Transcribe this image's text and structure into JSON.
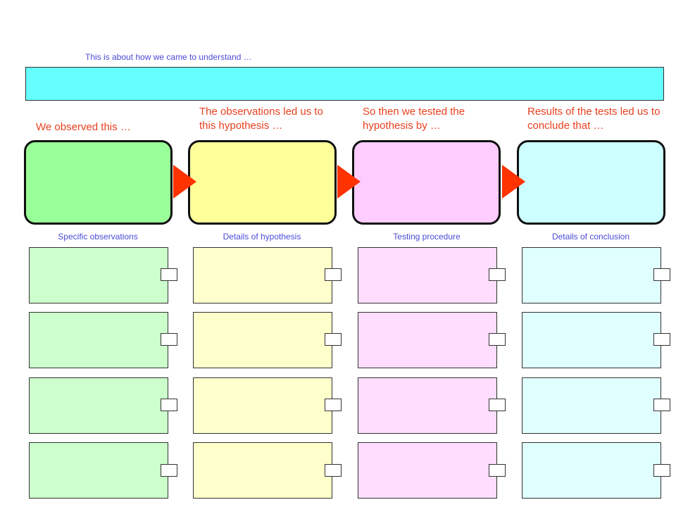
{
  "intro": {
    "text": "This is about how we came to understand …"
  },
  "banner": {
    "text": "",
    "color": "#66ffff"
  },
  "stages": [
    {
      "heading": "We observed this …",
      "label": "Specific observations",
      "box_color": "#99ff99",
      "detail_color": "#ccffcc"
    },
    {
      "heading": "The observations led us to this hypothesis …",
      "label": "Details of hypothesis",
      "box_color": "#ffff99",
      "detail_color": "#ffffcc"
    },
    {
      "heading": "So then we tested the hypothesis by …",
      "label": "Testing procedure",
      "box_color": "#ffccff",
      "detail_color": "#ffddff"
    },
    {
      "heading": "Results of the tests led us to conclude that …",
      "label": "Details of conclusion",
      "box_color": "#ccffff",
      "detail_color": "#e0ffff"
    }
  ],
  "colors": {
    "heading": "#e8401f",
    "label": "#4a4ad8",
    "arrow": "#ff3300"
  }
}
